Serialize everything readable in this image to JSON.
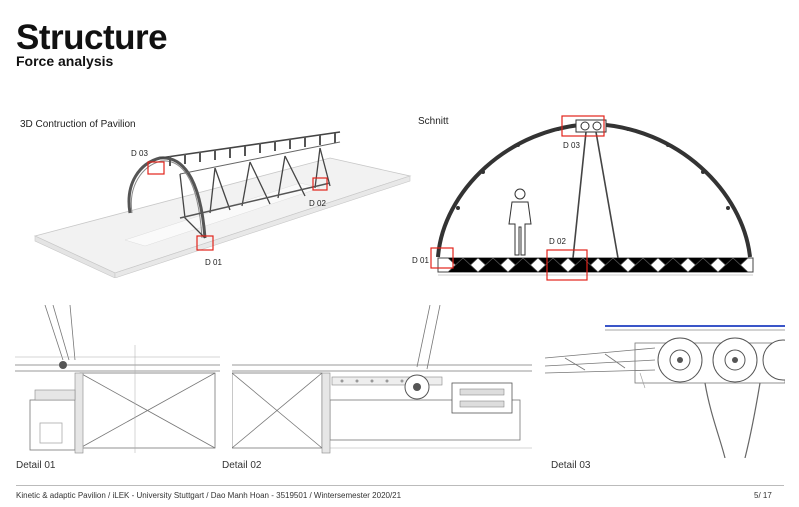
{
  "page": {
    "title": "Structure",
    "subtitle": "Force analysis"
  },
  "panels": {
    "pavilion3d": {
      "label": "3D Contruction of Pavilion",
      "details": [
        "D 03",
        "D 02",
        "D 01"
      ]
    },
    "section": {
      "label": "Schnitt",
      "details": [
        "D 03",
        "D 02",
        "D 01"
      ]
    }
  },
  "details": [
    {
      "caption": "Detail 01"
    },
    {
      "caption": "Detail 02"
    },
    {
      "caption": "Detail 03"
    }
  ],
  "footer": {
    "credits": "Kinetic & adaptic Pavilion / iLEK - University Stuttgart / Dao Manh Hoan - 3519501 / Wintersemester 2020/21",
    "page_number": "5/ 17"
  },
  "colors": {
    "highlight": "#e2231a",
    "blue_track": "#3a55c8"
  }
}
